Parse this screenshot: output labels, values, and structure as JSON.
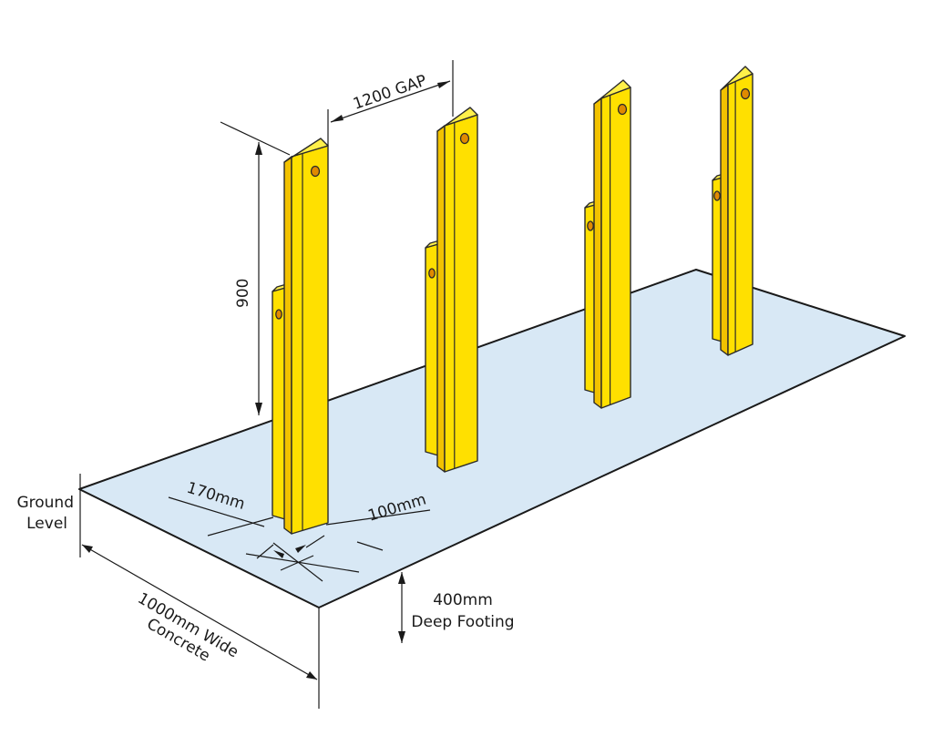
{
  "labels": {
    "gap": "1200 GAP",
    "height": "900",
    "ground_line1": "Ground",
    "ground_line2": "Level",
    "width_170": "170mm",
    "width_100": "100mm",
    "footing_line1": "400mm",
    "footing_line2": "Deep Footing",
    "concrete_line1": "1000mm Wide",
    "concrete_line2": "Concrete"
  },
  "colors": {
    "slab": "#d8e8f5",
    "post_front": "#ffe000",
    "post_side": "#f2c200",
    "post_top": "#fff04a",
    "hole": "#e08a00",
    "line": "#1a1a1a"
  },
  "posts": [
    {
      "name": "post-1"
    },
    {
      "name": "post-2"
    },
    {
      "name": "post-3"
    },
    {
      "name": "post-4"
    }
  ]
}
